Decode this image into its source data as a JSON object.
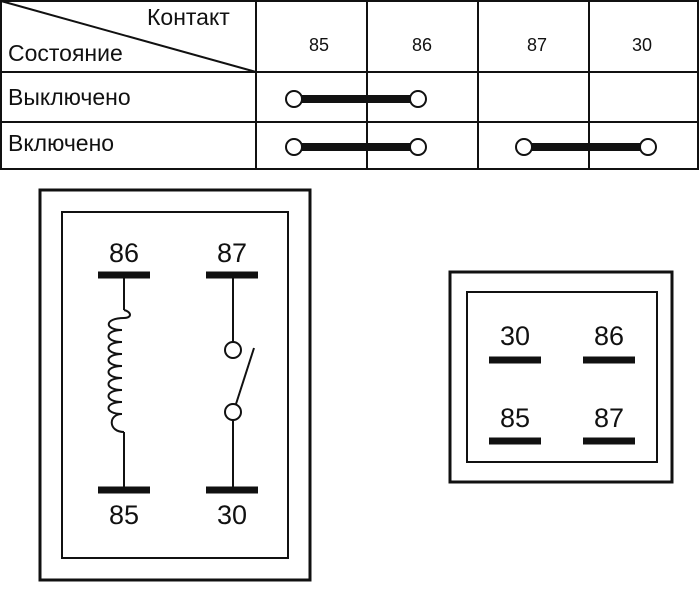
{
  "table": {
    "header_contact": "Контакт",
    "header_state": "Состояние",
    "pins": [
      "85",
      "86",
      "87",
      "30"
    ],
    "rows": [
      {
        "label": "Выключено",
        "connections": [
          "85-86"
        ]
      },
      {
        "label": "Включено",
        "connections": [
          "85-86",
          "87-30"
        ]
      }
    ]
  },
  "schematic": {
    "coil_top": "86",
    "coil_bottom": "85",
    "switch_top": "87",
    "switch_bottom": "30"
  },
  "pinout": {
    "top_left": "30",
    "top_right": "86",
    "bottom_left": "85",
    "bottom_right": "87"
  }
}
